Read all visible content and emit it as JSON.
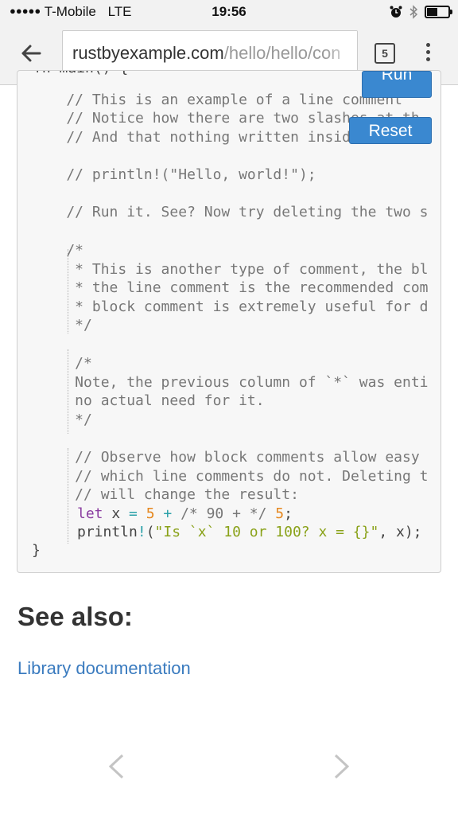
{
  "status_bar": {
    "carrier_dots": "●●●●●",
    "carrier": "T-Mobile",
    "network": "LTE",
    "time": "19:56",
    "battery_level": 0.55
  },
  "browser": {
    "url_host": "rustbyexample.com",
    "url_path": "/hello/hello/con",
    "tab_count": "5"
  },
  "code_box": {
    "top_fragment": "fn main() {",
    "run_label": "Run",
    "reset_label": "Reset",
    "lines": [
      "    // This is an example of a line comment",
      "    // Notice how there are two slashes at th",
      "    // And that nothing written inside",
      "    // println!(\"Hello, world!\");",
      "    // Run it. See? Now try deleting the two s",
      "    /*",
      "     * This is another type of comment, the bl",
      "     * the line comment is the recommended com",
      "     * block comment is extremely useful for d",
      "     */",
      "     /*",
      "     Note, the previous column of `*` was enti",
      "     no actual need for it.",
      "     */",
      "     // Observe how block comments allow easy",
      "     // which line comments do not. Deleting t",
      "     // will change the result:"
    ],
    "let_line": {
      "kw": "let",
      "var": " x ",
      "eq": "=",
      "n1": " 5 ",
      "plus": "+",
      "cmt": " /* 90 + */ ",
      "n2": "5",
      "semi": ";"
    },
    "println_line": {
      "macro": "println",
      "bang": "!",
      "open": "(",
      "str": "\"Is `x` 10 or 100? x = {}\"",
      "rest": ", x);"
    },
    "close_brace": "}"
  },
  "see_also": {
    "heading": "See also:",
    "link": "Library documentation"
  },
  "colors": {
    "button_blue": "#3a88d0",
    "link_blue": "#3a7bbf",
    "keyword_purple": "#8a3da0",
    "number_orange": "#e5871e",
    "string_green": "#8aa21a"
  },
  "icons": [
    "back-arrow-icon",
    "tabs-icon",
    "overflow-menu-icon",
    "chevron-left-icon",
    "chevron-right-icon",
    "alarm-icon",
    "bluetooth-icon",
    "battery-icon"
  ]
}
